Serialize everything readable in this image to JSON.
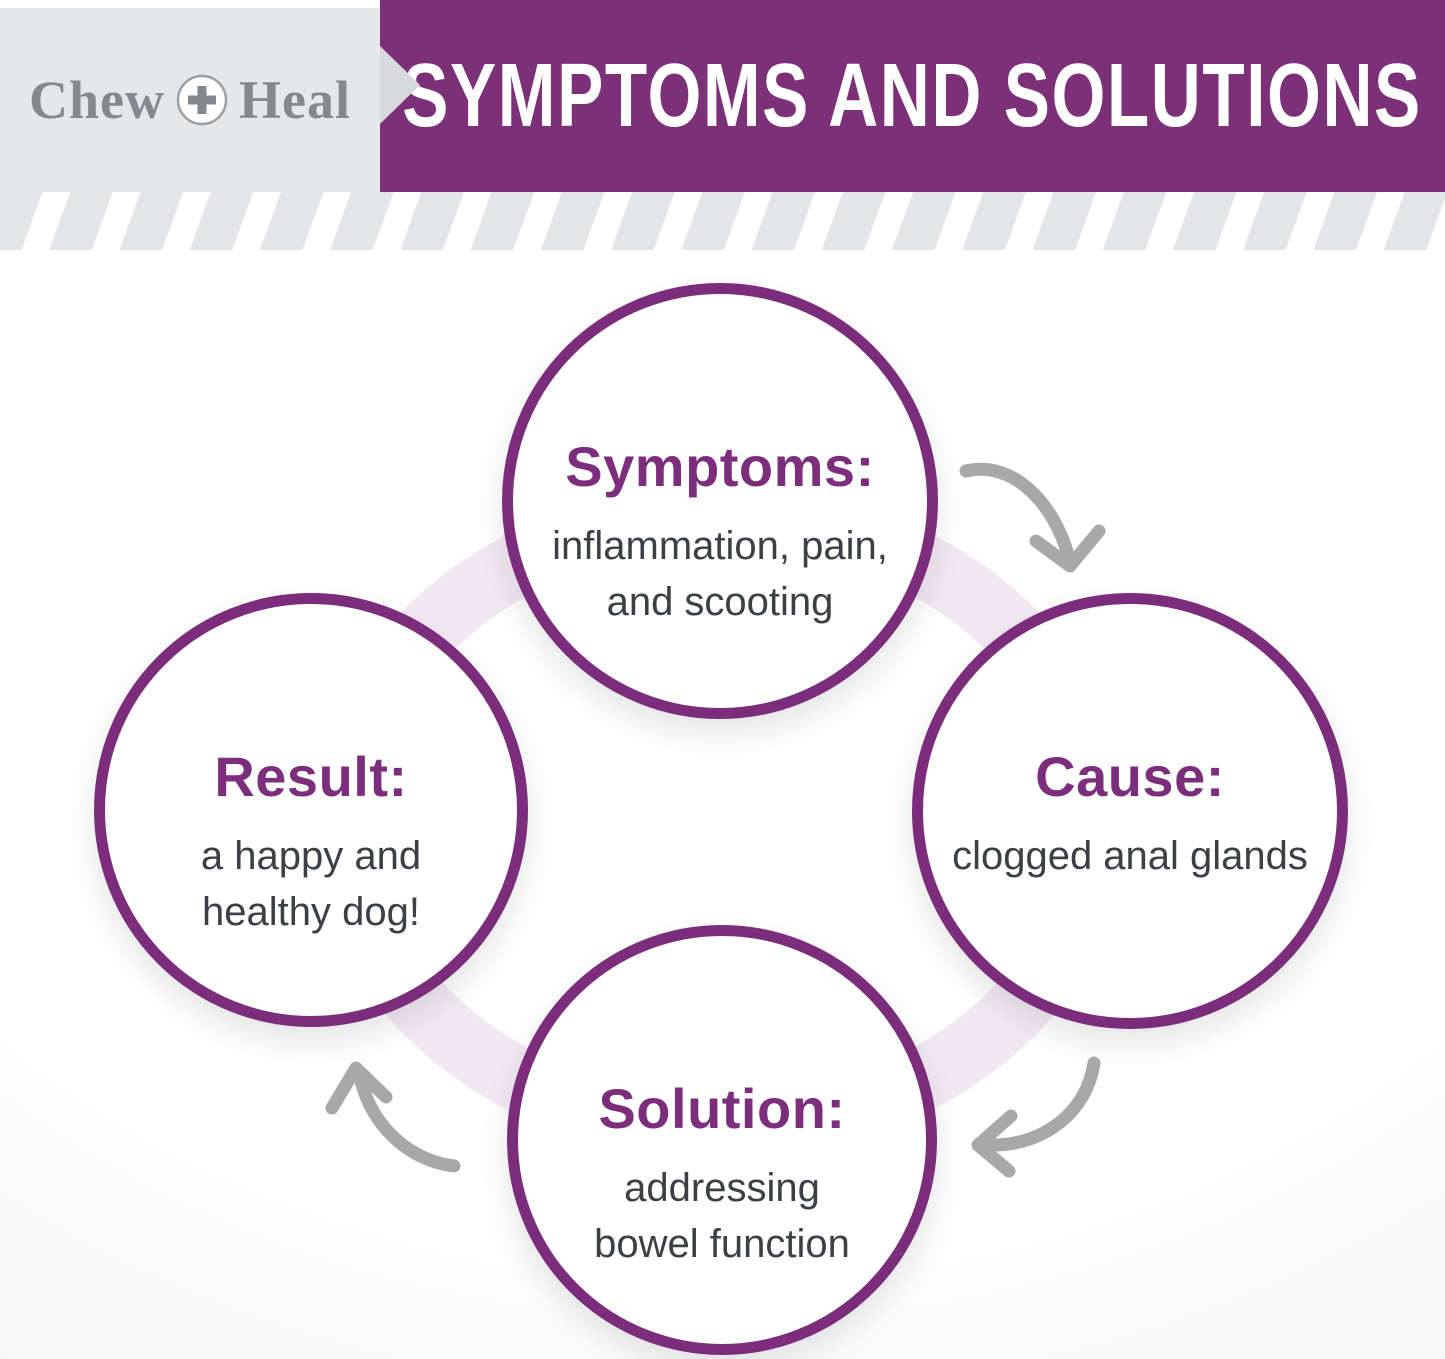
{
  "header": {
    "logo": {
      "left": "Chew",
      "right": "Heal",
      "icon": "plus-circle"
    },
    "title": "SYMPTOMS AND SOLUTIONS"
  },
  "diagram": {
    "type": "cycle",
    "nodes": [
      {
        "id": "symptoms",
        "position": "top",
        "title": "Symptoms:",
        "body": "inflammation, pain, and scooting"
      },
      {
        "id": "cause",
        "position": "right",
        "title": "Cause:",
        "body": "clogged anal glands"
      },
      {
        "id": "solution",
        "position": "bottom",
        "title": "Solution:",
        "body": "addressing bowel function"
      },
      {
        "id": "result",
        "position": "left",
        "title": "Result:",
        "body": "a happy and healthy dog!"
      }
    ],
    "arrows": [
      {
        "from": "symptoms",
        "to": "cause"
      },
      {
        "from": "cause",
        "to": "solution"
      },
      {
        "from": "solution",
        "to": "result"
      }
    ]
  },
  "colors": {
    "banner_purple": "#7c3078",
    "circle_border_purple": "#7b2d7c",
    "heading_purple": "#7c2e7d",
    "body_text_gray": "#3c4045",
    "arrow_gray": "#a8a8a8",
    "logo_gray": "#84898d",
    "header_gray": "#e5e7ea",
    "stripe_gray": "#e3e5e9",
    "ring_lavender": "#f2e8f2"
  }
}
